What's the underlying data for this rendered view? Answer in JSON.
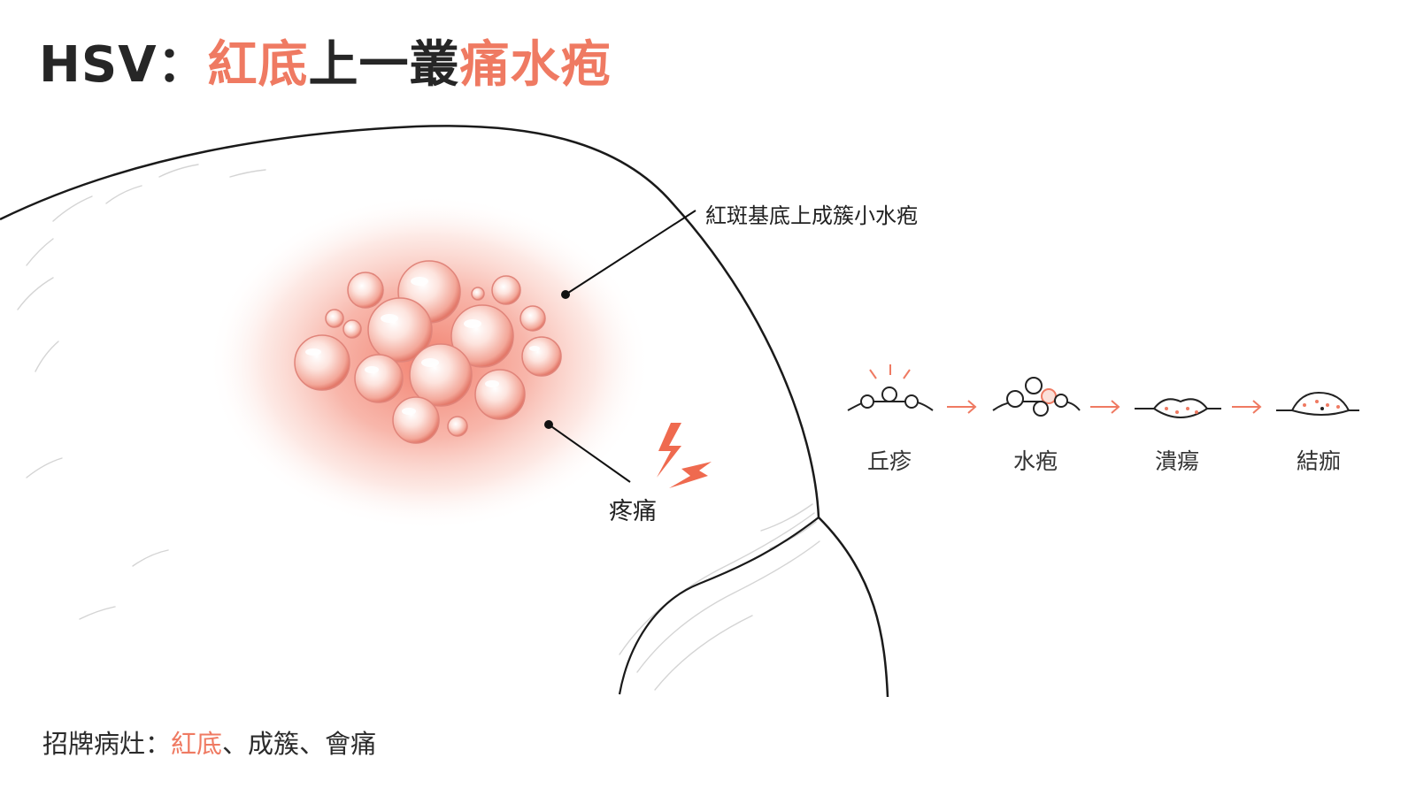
{
  "title": {
    "prefix": "HSV：",
    "part1": "紅底",
    "part2": "上一叢",
    "part3": "痛水疱"
  },
  "annotations": {
    "cluster": "紅斑基底上成簇小水疱",
    "pain": "疼痛"
  },
  "stages": [
    {
      "label": "丘疹"
    },
    {
      "label": "水疱"
    },
    {
      "label": "潰瘍"
    },
    {
      "label": "結痂"
    }
  ],
  "footer": {
    "prefix": "招牌病灶：",
    "red": "紅底",
    "sep1": "、",
    "rest1": "成簇",
    "sep2": "、",
    "rest2": "會痛"
  },
  "colors": {
    "accent": "#ef7a62",
    "ink": "#262626",
    "erythema": "#f06a55"
  }
}
